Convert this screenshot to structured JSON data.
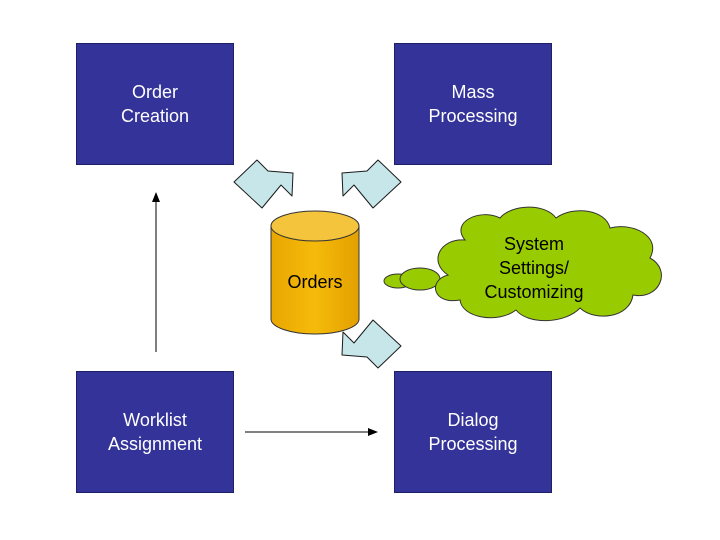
{
  "boxes": {
    "order_creation": "Order\nCreation",
    "mass_processing": "Mass\nProcessing",
    "worklist_assignment": "Worklist\nAssignment",
    "dialog_processing": "Dialog\nProcessing"
  },
  "database": {
    "label": "Orders"
  },
  "cloud": {
    "label": "System\nSettings/\nCustomizing"
  },
  "colors": {
    "box_fill": "#333399",
    "database_fill": "#f0b400",
    "cloud_fill": "#99cc00",
    "arrow_fill": "#c6e6ea"
  }
}
